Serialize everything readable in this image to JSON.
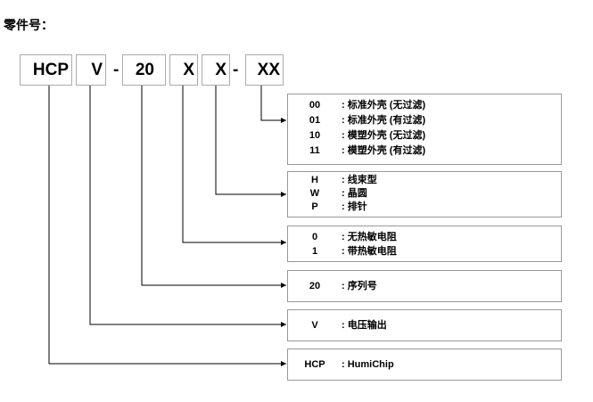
{
  "title": "零件号：",
  "segments": [
    {
      "label": "HCP"
    },
    {
      "label": "V"
    },
    {
      "label": "20"
    },
    {
      "label": "X"
    },
    {
      "label": "X"
    },
    {
      "label": "XX"
    }
  ],
  "dash": "-",
  "boxes": [
    {
      "rows": [
        {
          "code": "00",
          "desc": ": 标准外壳 (无过滤)"
        },
        {
          "code": "01",
          "desc": ": 标准外壳 (有过滤)"
        },
        {
          "code": "10",
          "desc": ": 模塑外壳 (无过滤)"
        },
        {
          "code": "11",
          "desc": ": 模塑外壳 (有过滤)"
        }
      ]
    },
    {
      "rows": [
        {
          "code": "H",
          "desc": ": 线束型"
        },
        {
          "code": "W",
          "desc": ": 晶圆"
        },
        {
          "code": "P",
          "desc": ": 排针"
        }
      ]
    },
    {
      "rows": [
        {
          "code": "0",
          "desc": ": 无热敏电阻"
        },
        {
          "code": "1",
          "desc": ": 带热敏电阻"
        }
      ]
    },
    {
      "rows": [
        {
          "code": "20",
          "desc": ": 序列号"
        }
      ]
    },
    {
      "rows": [
        {
          "code": "V",
          "desc": ": 电压输出"
        }
      ]
    },
    {
      "rows": [
        {
          "code": "HCP",
          "desc": ": HumiChip"
        }
      ]
    }
  ]
}
